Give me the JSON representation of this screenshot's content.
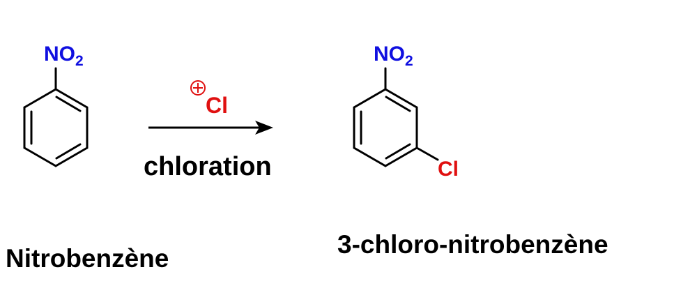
{
  "reactant": {
    "name": "Nitrobenzène",
    "substituent_main": "NO",
    "substituent_sub": "2"
  },
  "reagent": {
    "charge_symbol": "+",
    "symbol": "Cl",
    "condition": "chloration"
  },
  "product": {
    "name": "3-chloro-nitrobenzène",
    "substituent_main": "NO",
    "substituent_sub": "2",
    "substituent_cl": "Cl"
  },
  "colors": {
    "nitro_group": "#1010e0",
    "chlorine": "#e01010",
    "bonds": "#000000",
    "text": "#000000"
  }
}
